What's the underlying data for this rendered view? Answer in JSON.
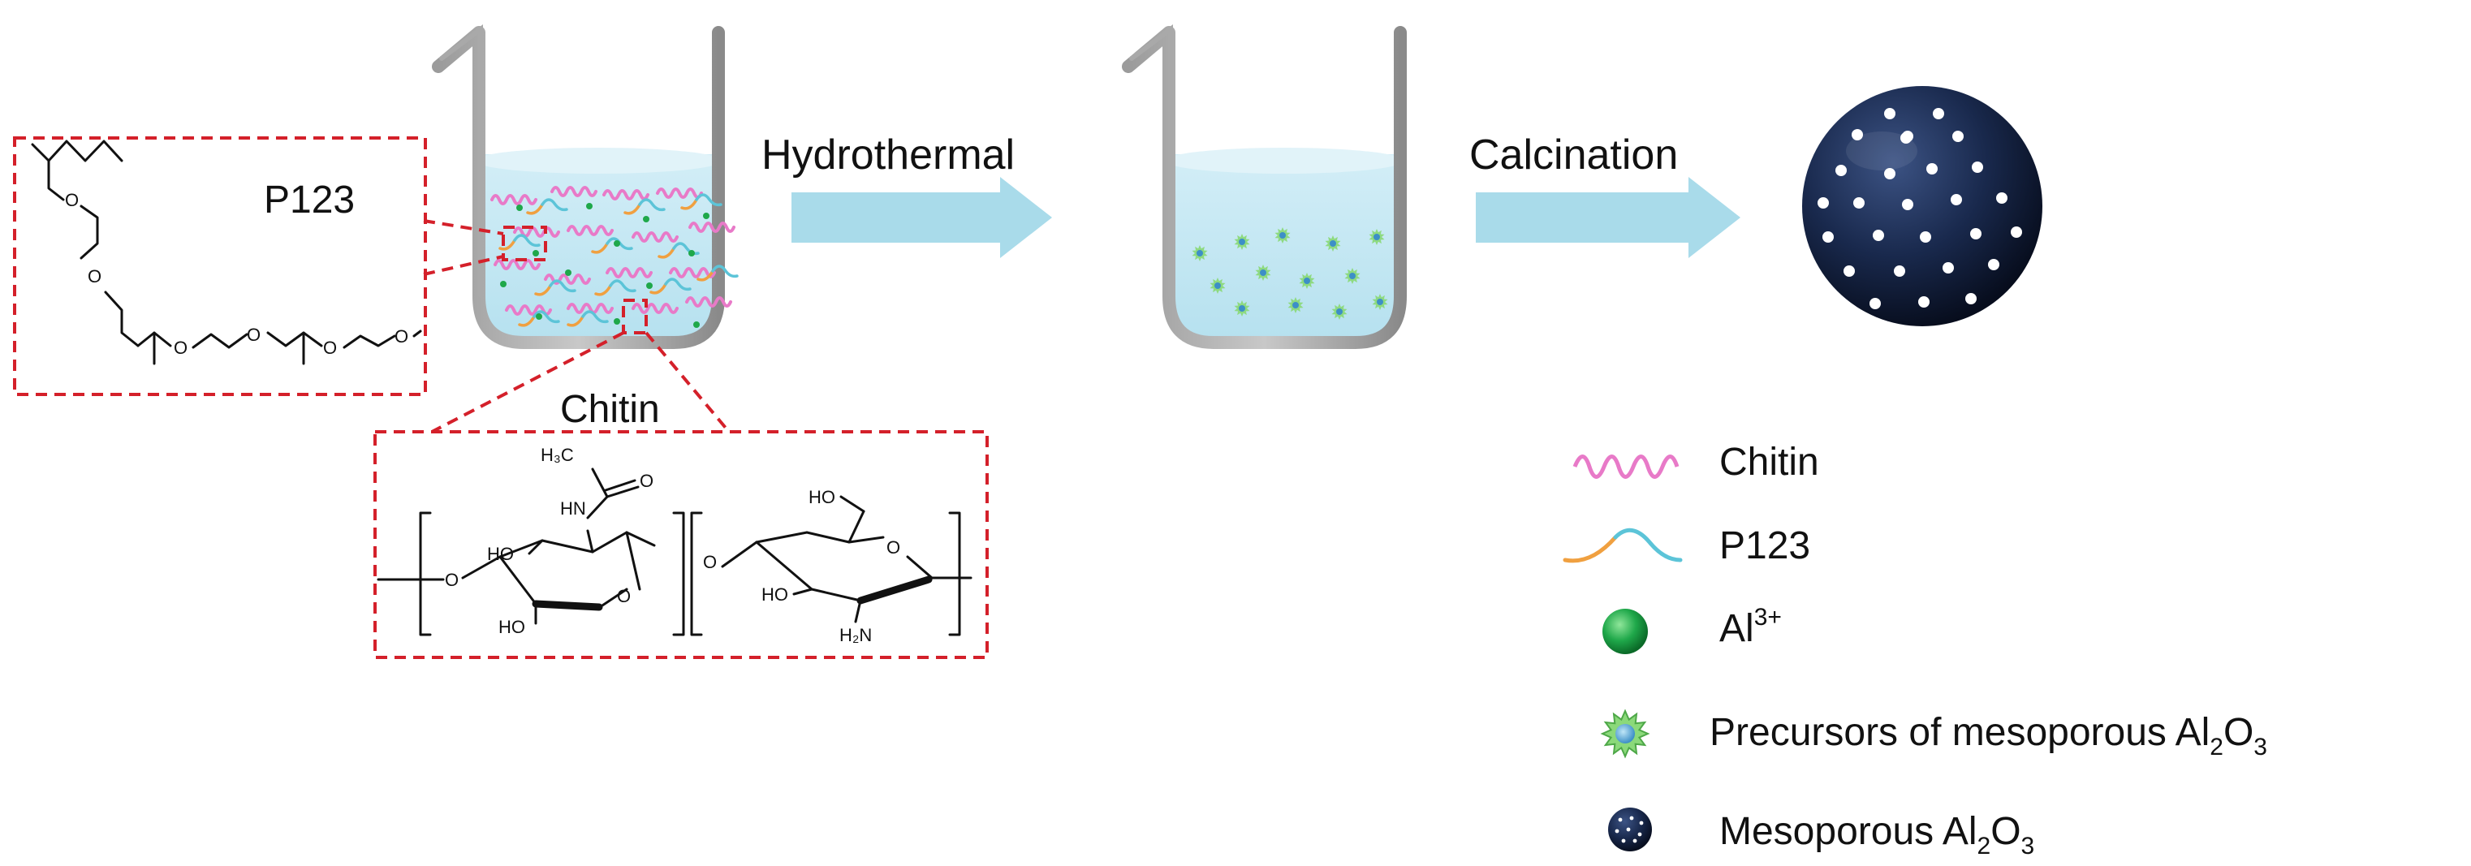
{
  "labels": {
    "p123_box": "P123",
    "chitin_box": "Chitin",
    "step1": "Hydrothermal",
    "step2": "Calcination"
  },
  "chem_labels": {
    "h3c": "H₃C",
    "o_carbonyl": "O",
    "hn": "HN",
    "ho_top": "HO",
    "ho_bottom": "HO",
    "o_link_left": "O",
    "o_ring_left": "O",
    "o_link_mid": "O",
    "ho_ch2": "HO",
    "o_ring_right": "O",
    "ho_right": "HO",
    "h2n": "H₂N"
  },
  "legend": {
    "chitin": "Chitin",
    "p123": "P123",
    "al_ion": {
      "base": "Al",
      "sup": "3+"
    },
    "precursor": {
      "t1": "Precursors of mesoporous Al",
      "s1": "2",
      "t2": "O",
      "s2": "3"
    },
    "mesoporous": {
      "t1": "Mesoporous Al",
      "s1": "2",
      "t2": "O",
      "s2": "3"
    }
  },
  "icons": {
    "beaker_left": "beaker-icon",
    "beaker_mid": "beaker-icon",
    "sphere": "mesoporous-sphere-icon",
    "chitin": "chitin-wave-icon",
    "p123": "p123-curve-icon",
    "al_ion": "green-sphere-icon",
    "precursor": "green-star-icon",
    "mesoporous": "small-dark-sphere-icon"
  },
  "colors": {
    "chitin": "#e87ac8",
    "p123_a": "#f0a040",
    "p123_b": "#5cc4d8",
    "solution": "#bfe6f2",
    "arrow": "#a9dbea",
    "dashed_box": "#d4202a",
    "al_ion": "#1fa84a",
    "sphere": "#15264a"
  }
}
